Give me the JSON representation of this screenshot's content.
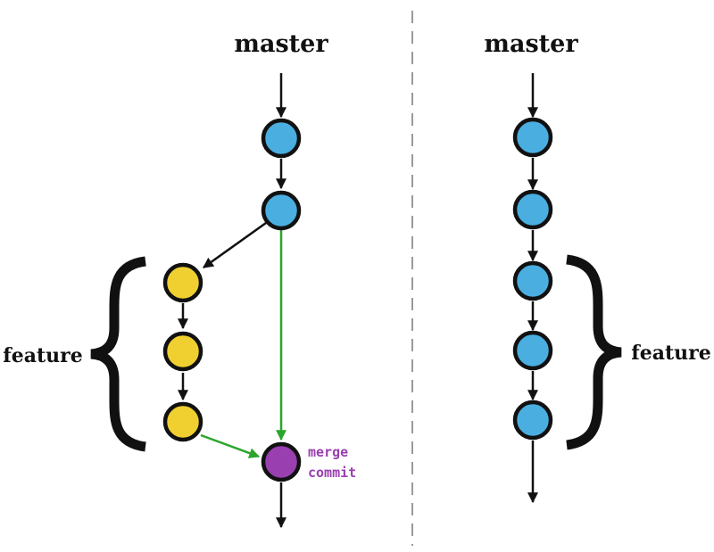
{
  "left_diagram": {
    "branch_label": "master",
    "feature_label": "feature",
    "merge_label_line1": "merge",
    "merge_label_line2": "commit"
  },
  "right_diagram": {
    "branch_label": "master",
    "feature_label": "feature"
  },
  "colors": {
    "master_commit": "#4aaee0",
    "feature_commit": "#f0d030",
    "merge_commit": "#9a3fb0",
    "merge_arrow": "#2ca52c",
    "arrow": "#111111",
    "divider": "#9a9a9a"
  }
}
